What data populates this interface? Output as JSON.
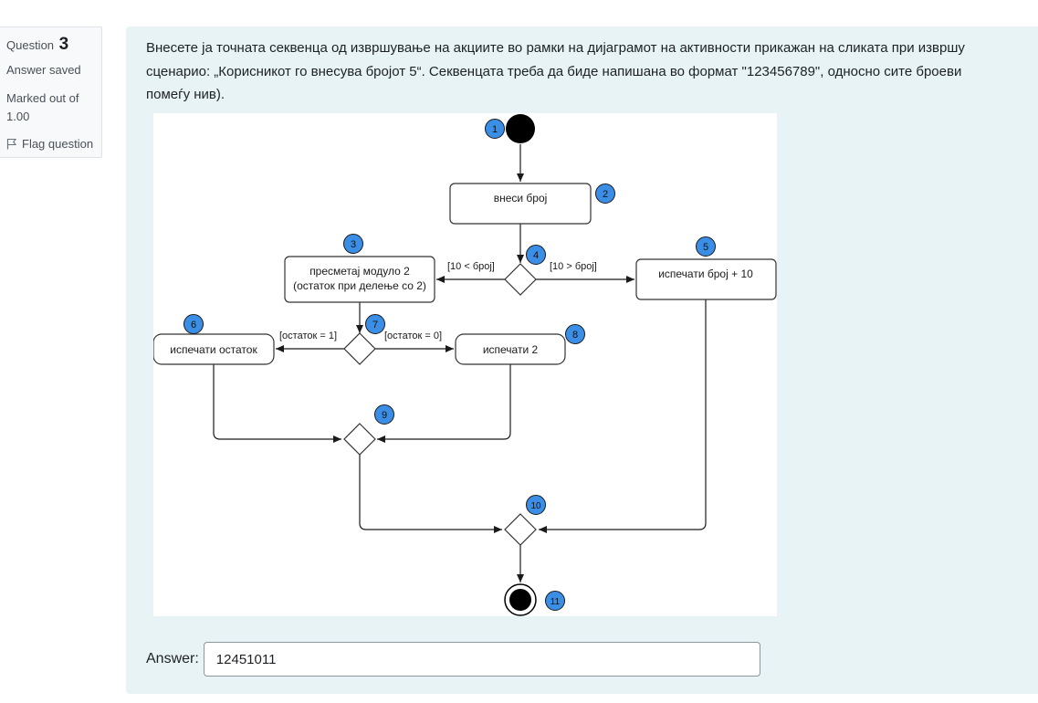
{
  "question": {
    "label": "Question",
    "number": "3",
    "state": "Answer saved",
    "grade_line1": "Marked out of",
    "grade_line2": "1.00",
    "flag_label": "Flag question"
  },
  "question_text": {
    "line1": "Внесете ја точната секвенца од извршување на акциите во рамки на дијаграмот на активности прикажан на сликата при извршу",
    "line2": "сценарио: „Корисникот го внесува бројот 5“. Секвенцата треба да биде напишана во формат \"123456789\", односно сите броеви",
    "line3": "помеѓу нив)."
  },
  "diagram": {
    "nodes": {
      "enter_number": "внеси број",
      "compute_mod_line1": "пресметај модуло 2",
      "compute_mod_line2": "(остаток при делење со 2)",
      "print_number_plus_10": "испечати број + 10",
      "print_remainder": "испечати остаток",
      "print_2": "испечати 2"
    },
    "guards": {
      "left_branch": "[10 < број]",
      "right_branch": "[10 > број]",
      "remainder_1": "[остаток = 1]",
      "remainder_0": "[остаток = 0]"
    },
    "badges": [
      "1",
      "2",
      "3",
      "4",
      "5",
      "6",
      "7",
      "8",
      "9",
      "10",
      "11"
    ],
    "colors": {
      "badge_fill": "#3b8ee6",
      "badge_stroke": "#1a1a1a",
      "node_stroke": "#333333"
    }
  },
  "answer": {
    "label": "Answer:",
    "value": "12451011"
  }
}
